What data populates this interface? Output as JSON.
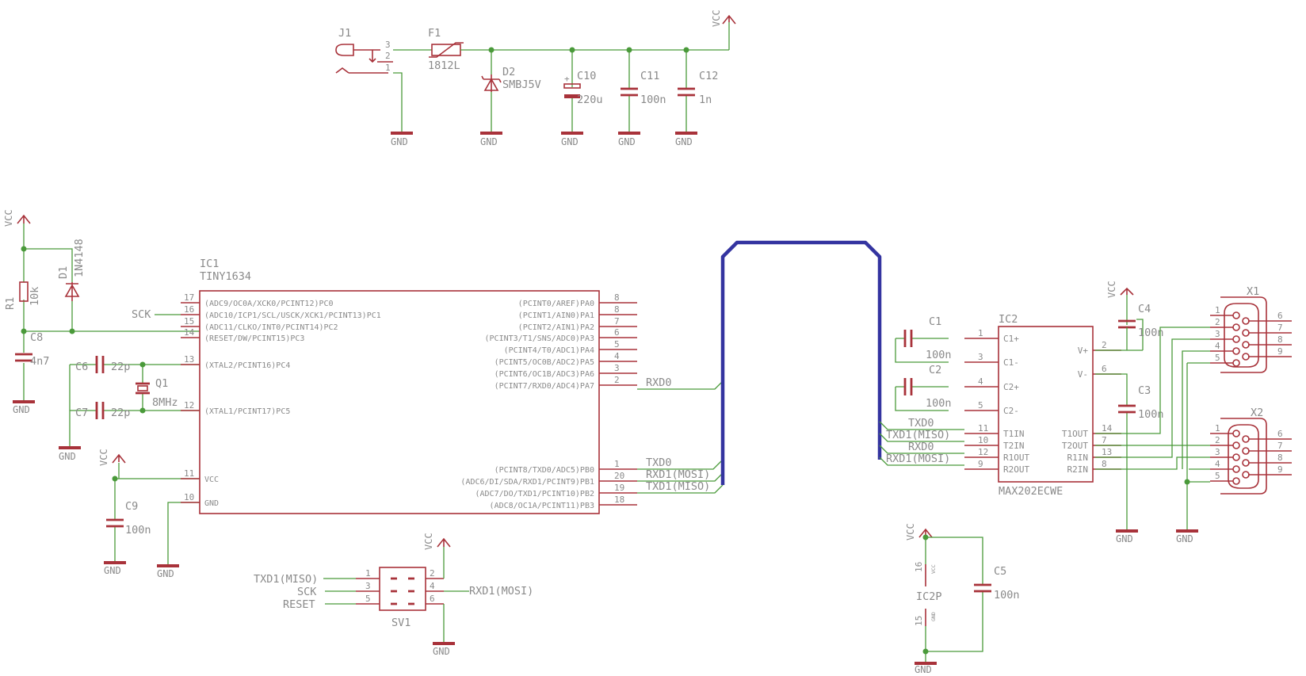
{
  "supply": {
    "j1_name": "J1",
    "j1_pin3": "3",
    "j1_pin2": "2",
    "j1_pin1": "1",
    "f1_name": "F1",
    "f1_value": "1812L",
    "d2_name": "D2",
    "d2_value": "SMBJ5V",
    "c10_name": "C10",
    "c10_value": "220u",
    "c10_plus": "+",
    "c11_name": "C11",
    "c11_value": "100n",
    "c12_name": "C12",
    "c12_value": "1n",
    "vcc": "VCC",
    "gnd": "GND"
  },
  "mcu": {
    "name": "IC1",
    "value": "TINY1634",
    "left_pins": [
      {
        "num": "17",
        "label": "(ADC9/OC0A/XCK0/PCINT12)PC0"
      },
      {
        "num": "16",
        "label": "(ADC10/ICP1/SCL/USCK/XCK1/PCINT13)PC1"
      },
      {
        "num": "15",
        "label": "(ADC11/CLKO/INT0/PCINT14)PC2"
      },
      {
        "num": "14",
        "label": "(RESET/DW/PCINT15)PC3"
      },
      {
        "num": "13",
        "label": "(XTAL2/PCINT16)PC4"
      },
      {
        "num": "12",
        "label": "(XTAL1/PCINT17)PC5"
      },
      {
        "num": "11",
        "label": "VCC"
      },
      {
        "num": "10",
        "label": "GND"
      }
    ],
    "right_pins": [
      {
        "num": "8",
        "label": "(PCINT0/AREF)PA0"
      },
      {
        "num": "8",
        "label": "(PCINT1/AIN0)PA1"
      },
      {
        "num": "7",
        "label": "(PCINT2/AIN1)PA2"
      },
      {
        "num": "6",
        "label": "(PCINT3/T1/SNS/ADC0)PA3"
      },
      {
        "num": "5",
        "label": "(PCINT4/T0/ADC1)PA4"
      },
      {
        "num": "4",
        "label": "(PCINT5/OC0B/ADC2)PA5"
      },
      {
        "num": "3",
        "label": "(PCINT6/OC1B/ADC3)PA6"
      },
      {
        "num": "2",
        "label": "(PCINT7/RXD0/ADC4)PA7"
      },
      {
        "num": "1",
        "label": "(PCINT8/TXD0/ADC5)PB0"
      },
      {
        "num": "20",
        "label": "(ADC6/DI/SDA/RXD1/PCINT9)PB1"
      },
      {
        "num": "19",
        "label": "(ADC7/DO/TXD1/PCINT10)PB2"
      },
      {
        "num": "18",
        "label": "(ADC8/OC1A/PCINT11)PB3"
      }
    ],
    "sck": "SCK",
    "rxd0": "RXD0",
    "txd0": "TXD0",
    "rxd1": "RXD1(MOSI)",
    "txd1": "TXD1(MISO)"
  },
  "left_parts": {
    "vcc": "VCC",
    "gnd": "GND",
    "r1_name": "R1",
    "r1_value": "10k",
    "d1_name": "D1",
    "d1_value": "1N4148",
    "c8_name": "C8",
    "c8_value": "4n7",
    "c6_name": "C6",
    "c6_value": "22p",
    "c7_name": "C7",
    "c7_value": "22p",
    "q1_name": "Q1",
    "q1_value": "8MHz",
    "c9_name": "C9",
    "c9_value": "100n"
  },
  "isp": {
    "name": "SV1",
    "pins": [
      "1",
      "2",
      "3",
      "4",
      "5",
      "6"
    ],
    "txd1": "TXD1(MISO)",
    "sck": "SCK",
    "reset": "RESET",
    "rxd1": "RXD1(MOSI)",
    "vcc": "VCC",
    "gnd": "GND"
  },
  "rs232": {
    "name": "IC2",
    "value": "MAX202ECWE",
    "inner_left": [
      "C1+",
      "C1-",
      "C2+",
      "C2-",
      "T1IN",
      "T2IN",
      "R1OUT",
      "R2OUT"
    ],
    "inner_right": [
      "V+",
      "V-",
      "T1OUT",
      "T2OUT",
      "R1IN",
      "R2IN"
    ],
    "left_nums": [
      "1",
      "3",
      "4",
      "5",
      "11",
      "10",
      "12",
      "9"
    ],
    "right_nums": [
      "2",
      "6",
      "14",
      "7",
      "13",
      "8"
    ],
    "nets": [
      "TXD0",
      "TXD1(MISO)",
      "RXD0",
      "RXD1(MOSI)"
    ],
    "c1_name": "C1",
    "c1_value": "100n",
    "c2_name": "C2",
    "c2_value": "100n",
    "c3_name": "C3",
    "c3_value": "100n",
    "c4_name": "C4",
    "c4_value": "100n",
    "vcc": "VCC",
    "gnd": "GND"
  },
  "power_unit": {
    "name": "IC2P",
    "pin_vcc": "16",
    "pin_gnd": "15",
    "lbl_vcc": "VCC",
    "lbl_gnd": "GND",
    "c5_name": "C5",
    "c5_value": "100n",
    "vcc": "VCC",
    "gnd": "GND"
  },
  "connectors": {
    "x1_name": "X1",
    "x2_name": "X2",
    "left_nums": [
      "1",
      "2",
      "3",
      "4",
      "5"
    ],
    "right_nums": [
      "6",
      "7",
      "8",
      "9"
    ]
  }
}
